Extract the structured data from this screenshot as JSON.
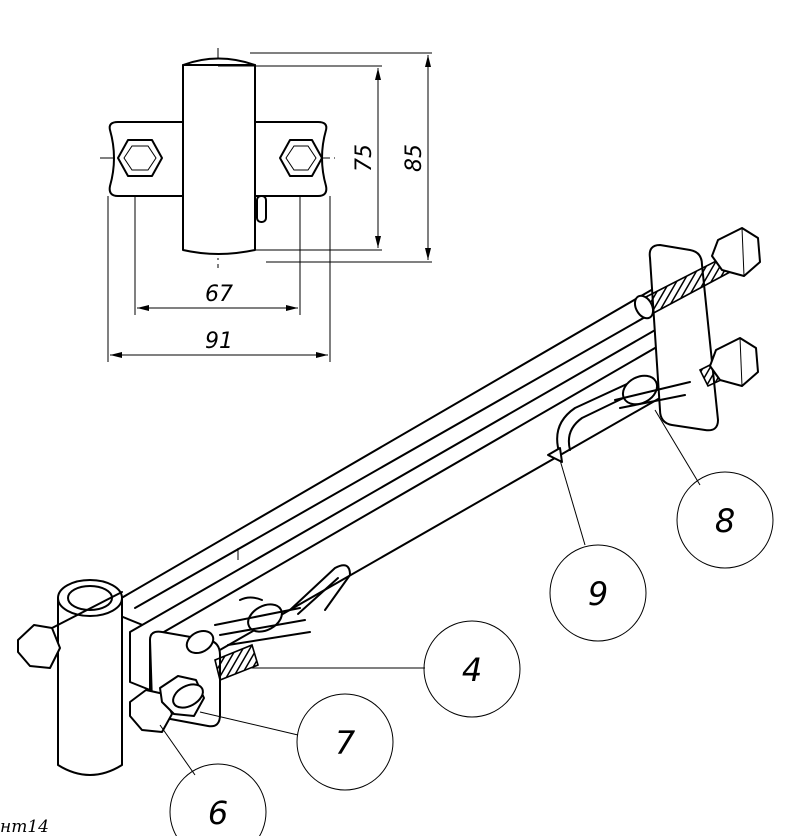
{
  "dimensions": {
    "inner_width": "67",
    "outer_width": "91",
    "inner_height": "75",
    "outer_height": "85"
  },
  "callouts": [
    {
      "id": "4",
      "label": "4"
    },
    {
      "id": "6",
      "label": "6"
    },
    {
      "id": "7",
      "label": "7"
    },
    {
      "id": "8",
      "label": "8"
    },
    {
      "id": "9",
      "label": "9"
    }
  ],
  "footnote": "нт14"
}
